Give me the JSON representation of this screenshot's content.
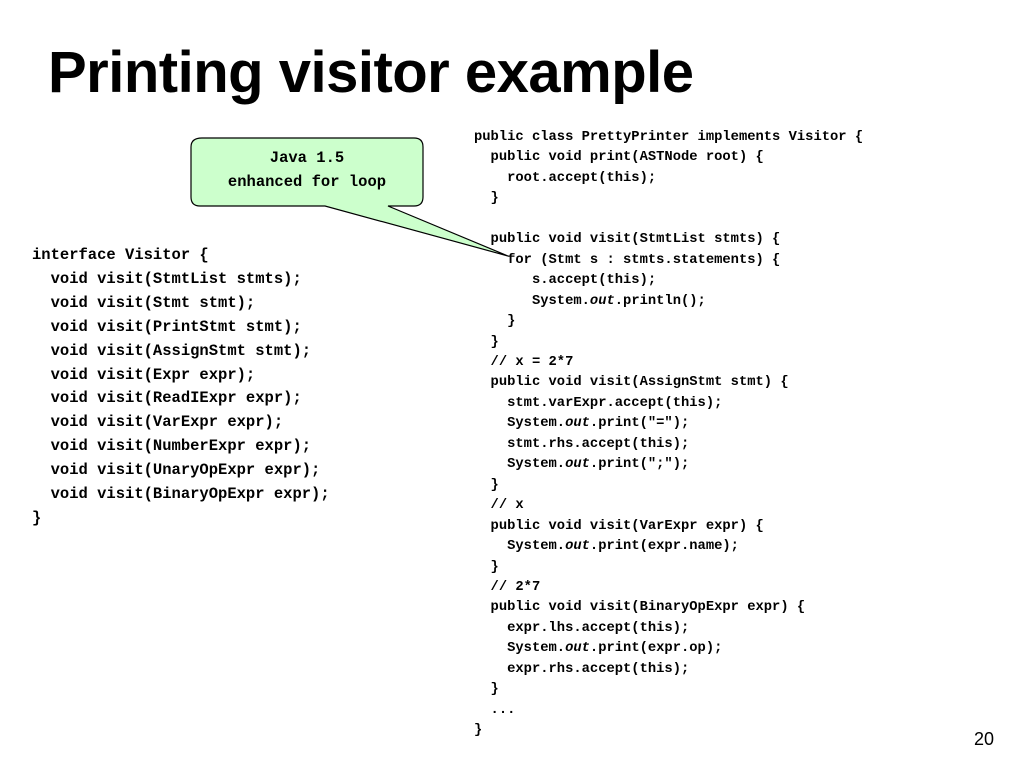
{
  "slide": {
    "title": "Printing visitor example",
    "page_number": "20"
  },
  "callout": {
    "lines": [
      "Java 1.5",
      "enhanced for loop"
    ],
    "fill_color": "#ccffcc",
    "border_color": "#000000"
  },
  "interface_code": [
    "interface Visitor {",
    "  void visit(StmtList stmts);",
    "  void visit(Stmt stmt);",
    "  void visit(PrintStmt stmt);",
    "  void visit(AssignStmt stmt);",
    "  void visit(Expr expr);",
    "  void visit(ReadIExpr expr);",
    "  void visit(VarExpr expr);",
    "  void visit(NumberExpr expr);",
    "  void visit(UnaryOpExpr expr);",
    "  void visit(BinaryOpExpr expr);",
    "}"
  ],
  "class_code": [
    {
      "pre": "public class PrettyPrinter implements Visitor {"
    },
    {
      "pre": "  public void print(ASTNode root) {"
    },
    {
      "pre": "    root.accept(this);"
    },
    {
      "pre": "  }"
    },
    {
      "pre": ""
    },
    {
      "pre": "  public void visit(StmtList stmts) {"
    },
    {
      "pre": "    for (Stmt s : stmts.statements) {"
    },
    {
      "pre": "       s.accept(this);"
    },
    {
      "pre": "       System.",
      "em": "out",
      "post": ".println();"
    },
    {
      "pre": "    }"
    },
    {
      "pre": "  }"
    },
    {
      "pre": "  // x = 2*7"
    },
    {
      "pre": "  public void visit(AssignStmt stmt) {"
    },
    {
      "pre": "    stmt.varExpr.accept(this);"
    },
    {
      "pre": "    System.",
      "em": "out",
      "post": ".print(\"=\");"
    },
    {
      "pre": "    stmt.rhs.accept(this);"
    },
    {
      "pre": "    System.",
      "em": "out",
      "post": ".print(\";\");"
    },
    {
      "pre": "  }"
    },
    {
      "pre": "  // x"
    },
    {
      "pre": "  public void visit(VarExpr expr) {"
    },
    {
      "pre": "    System.",
      "em": "out",
      "post": ".print(expr.name);"
    },
    {
      "pre": "  }"
    },
    {
      "pre": "  // 2*7"
    },
    {
      "pre": "  public void visit(BinaryOpExpr expr) {"
    },
    {
      "pre": "    expr.lhs.accept(this);"
    },
    {
      "pre": "    System.",
      "em": "out",
      "post": ".print(expr.op);"
    },
    {
      "pre": "    expr.rhs.accept(this);"
    },
    {
      "pre": "  }"
    },
    {
      "pre": "  ..."
    },
    {
      "pre": "}"
    }
  ]
}
